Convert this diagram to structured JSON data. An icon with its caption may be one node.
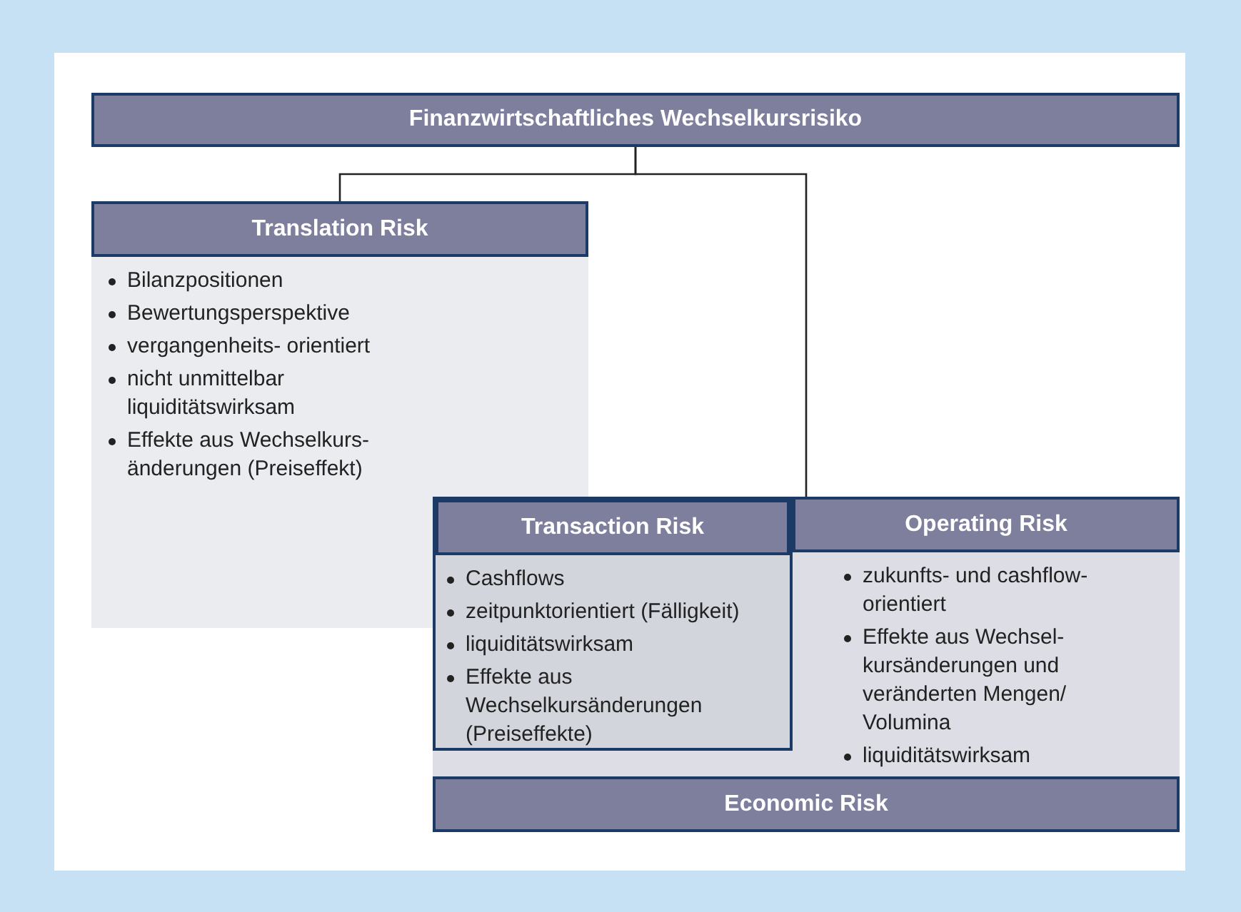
{
  "diagram": {
    "nodes": [
      {
        "text": [
          "Finanzwirtschaftliches Wechselkursrisiko"
        ]
      },
      {
        "text": [
          "Translation Risk",
          "Bilanzpositionen",
          "Bewertungsperspektive",
          "vergangenheits- orientiert",
          "nicht unmittelbar liquiditätswirksam",
          "Effekte aus Wechselkurs- änderungen (Preiseffekt)"
        ]
      },
      {
        "text": [
          "Economic Risk"
        ]
      },
      {
        "text": [
          "Transaction Risk",
          "Cashflows",
          "zeitpunktorientiert (Fälligkeit)",
          "liquiditätswirksam",
          "Effekte aus Wechselkursänderungen (Preiseffekte)"
        ],
        "in": 2
      },
      {
        "text": [
          "Operating Risk",
          "zukunfts- und cashflow-orientiert",
          "Effekte aus Wechsel- kursänderungen und veränderten Mengen/ Volumina",
          "liquiditätswirksam"
        ],
        "in": 2
      }
    ],
    "edges": [
      {
        "from": 0,
        "to": 1,
        "arrow": "none"
      },
      {
        "from": 0,
        "to": 2,
        "arrow": "none"
      }
    ]
  }
}
